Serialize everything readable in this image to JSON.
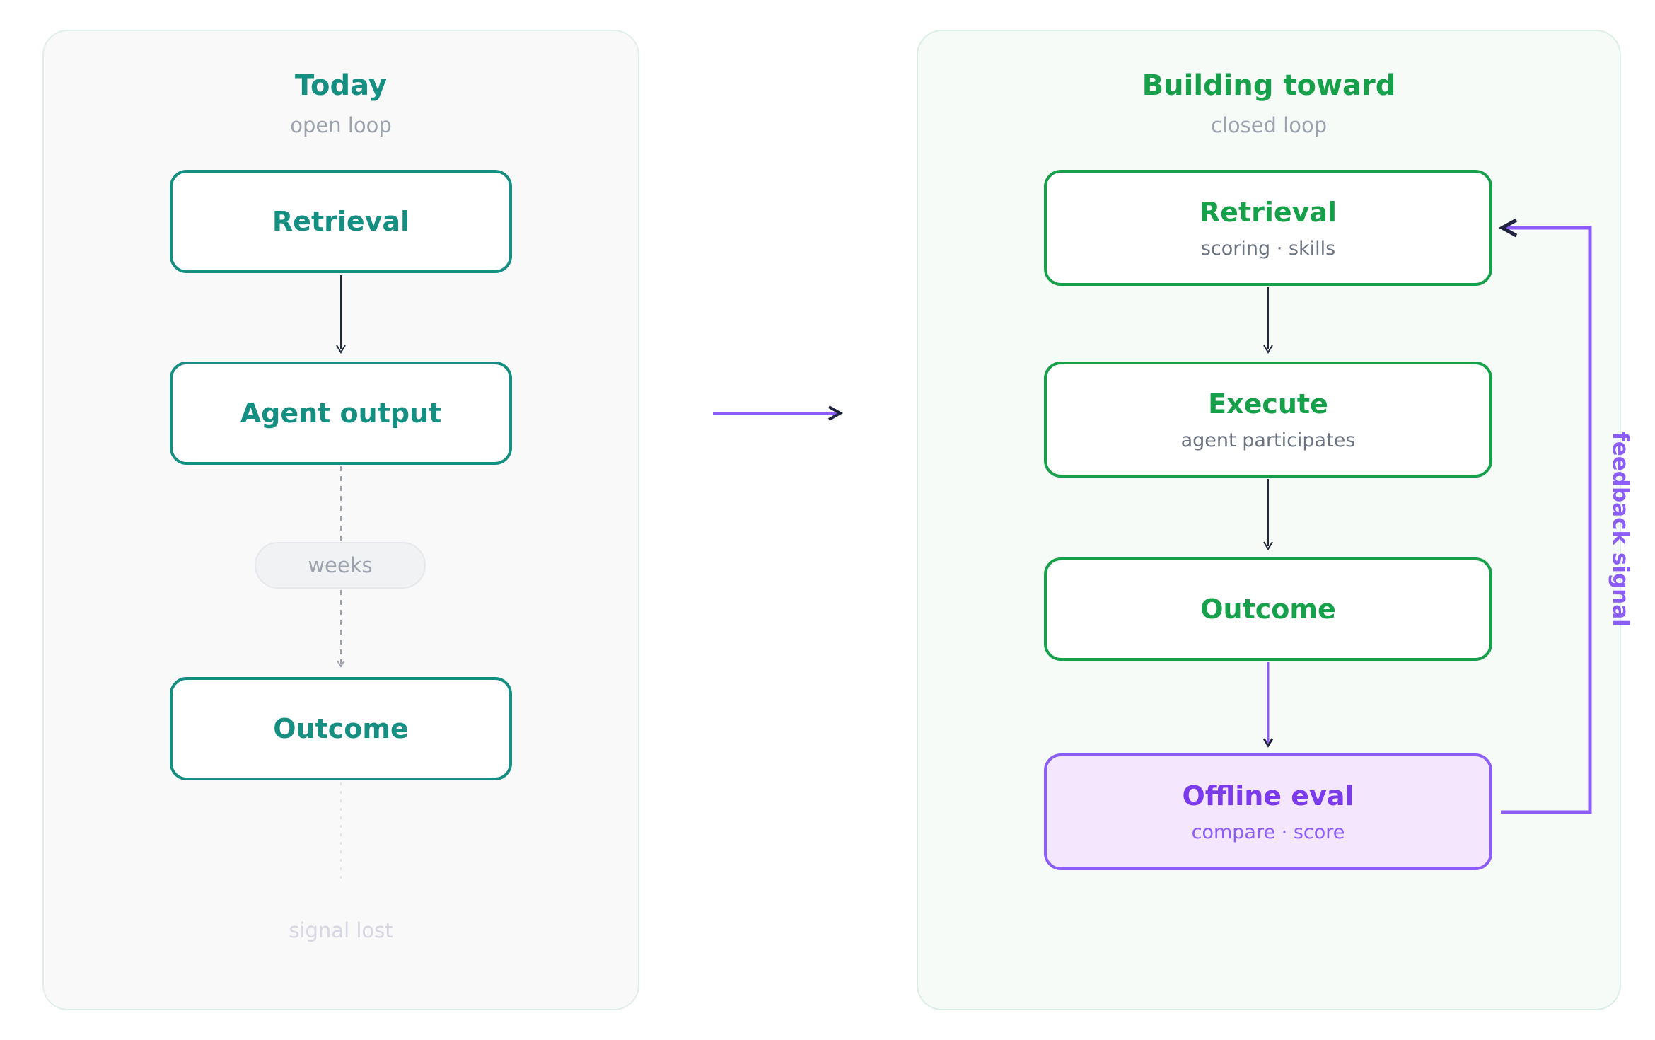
{
  "colors": {
    "teal": "#148f82",
    "green": "#17a04a",
    "purple": "#8b5cf6",
    "purple_fill": "#f3e6fd",
    "arrow_dark": "#1f2937",
    "muted": "#9ca3af"
  },
  "left_panel": {
    "title": "Today",
    "subtitle": "open loop",
    "nodes": [
      {
        "label": "Retrieval"
      },
      {
        "label": "Agent output"
      },
      {
        "label": "Outcome"
      }
    ],
    "delay_label": "weeks",
    "end_label": "signal lost"
  },
  "transition_arrow": "arrow-right-icon",
  "right_panel": {
    "title": "Building toward",
    "subtitle": "closed loop",
    "nodes": [
      {
        "label": "Retrieval",
        "sub": "scoring · skills"
      },
      {
        "label": "Execute",
        "sub": "agent participates"
      },
      {
        "label": "Outcome"
      },
      {
        "label": "Offline eval",
        "sub": "compare · score"
      }
    ],
    "feedback_label": "feedback signal"
  }
}
